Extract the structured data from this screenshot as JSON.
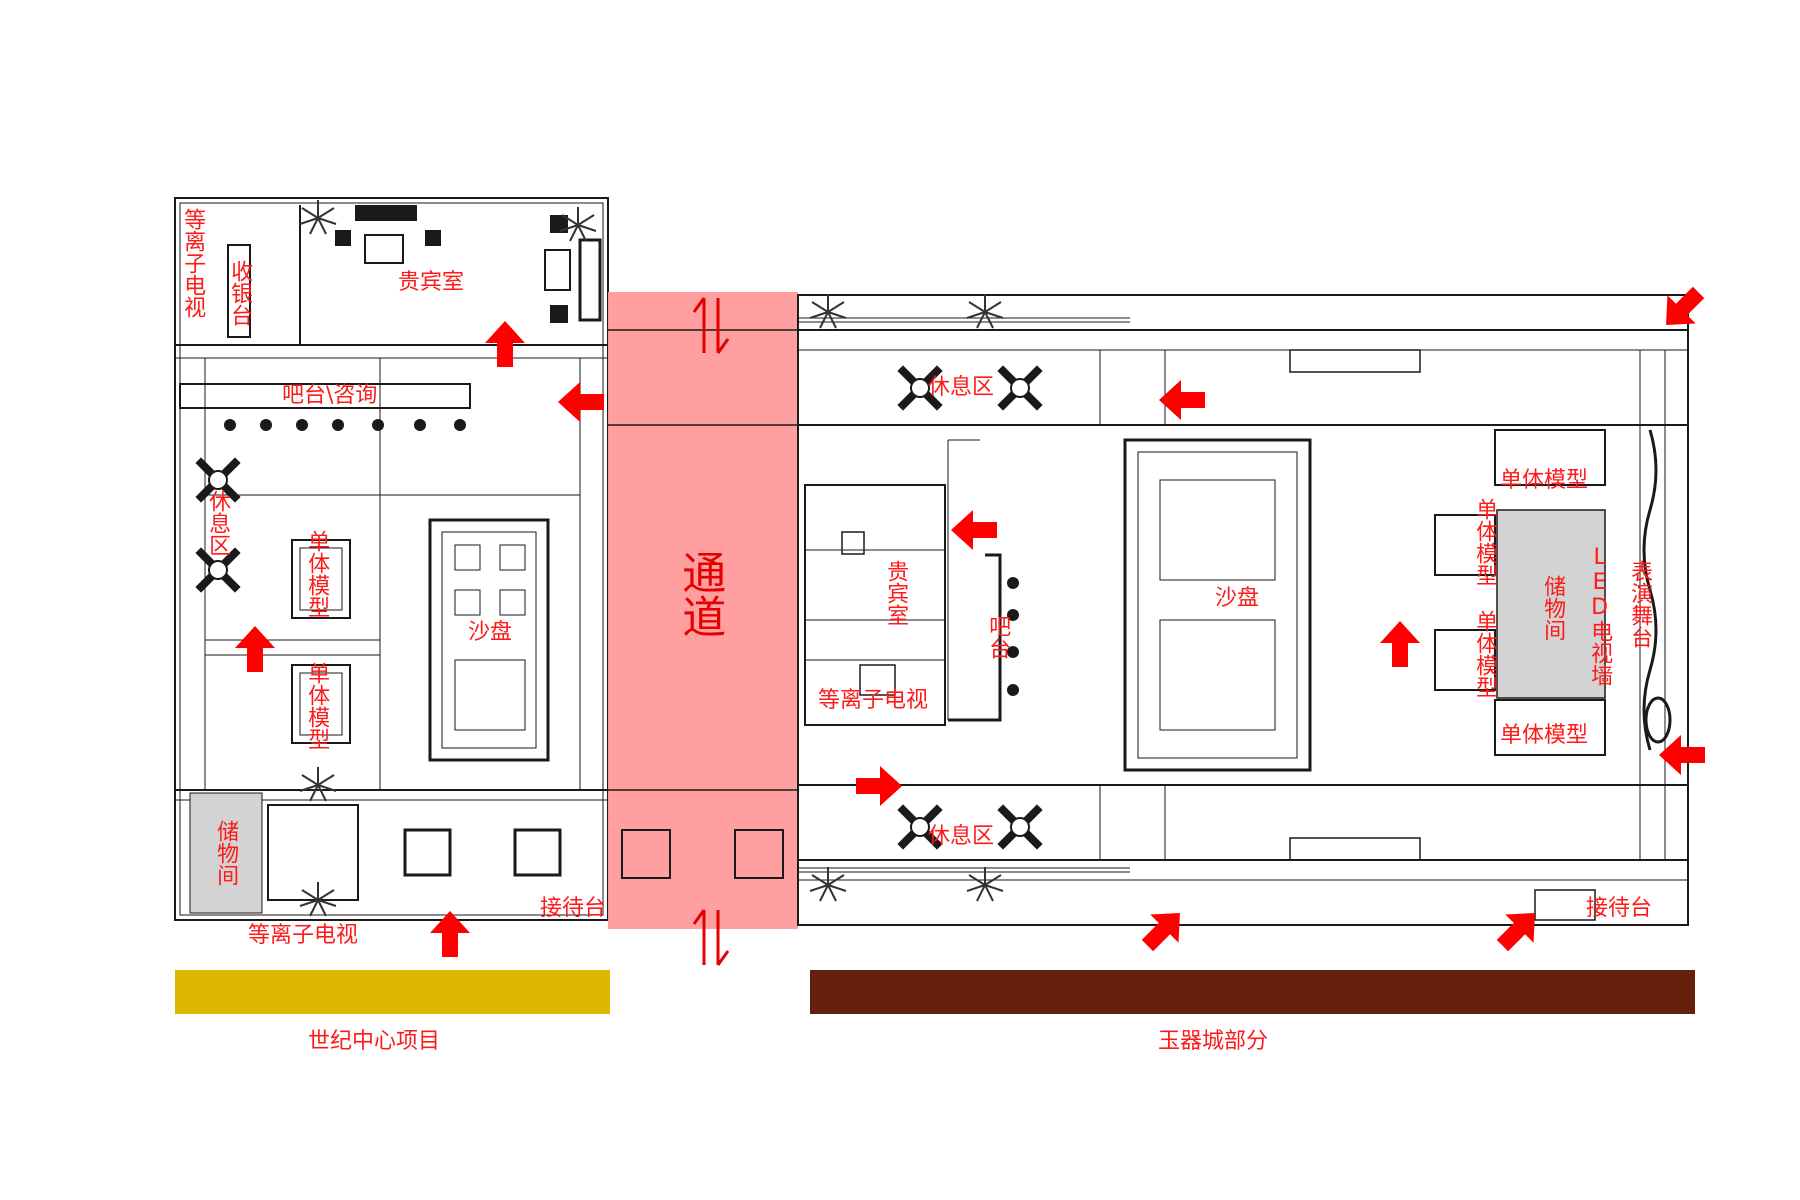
{
  "colors": {
    "label": "#ff1a1a",
    "arrow": "#ff0000",
    "passage_fill": "#ff9a9a",
    "storage_fill": "#d3d3d3",
    "legend_left": "#ddb800",
    "legend_right": "#65200c",
    "wall": "#1a1a1a"
  },
  "labels": {
    "plasma_tv_left_wall": "等离子电视",
    "cashier": "收银台",
    "vip_left": "贵宾室",
    "bar_consult": "吧台\\咨询",
    "rest_left": "休息区",
    "model_left_1": "单体模型",
    "model_left_2": "单体模型",
    "sand_left": "沙盘",
    "storage_left": "储物间",
    "plasma_tv_bottom": "等离子电视",
    "reception_left": "接待台",
    "passage": "通道",
    "rest_right_top": "休息区",
    "rest_right_bottom": "休息区",
    "vip_right": "贵宾室",
    "bar_right": "吧台",
    "plasma_tv_right": "等离子电视",
    "sand_right": "沙盘",
    "model_right_top": "单体模型",
    "model_right_side_1": "单体模型",
    "model_right_side_2": "单体模型",
    "model_right_bottom": "单体模型",
    "storage_right": "储物间",
    "led_wall": "LED电视墙",
    "stage": "表演舞台",
    "reception_right": "接待台"
  },
  "legend": {
    "left": "世纪中心项目",
    "right": "玉器城部分"
  }
}
